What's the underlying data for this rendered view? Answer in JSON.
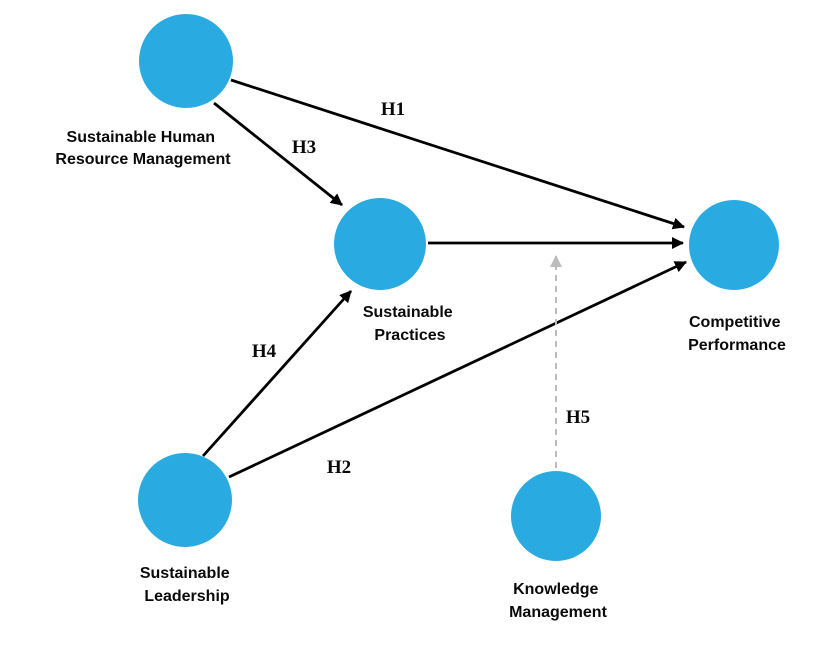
{
  "diagram": {
    "type": "conceptual-path-model",
    "node_color": "#29ABE2",
    "arrow_color": "#000000",
    "moderator_arrow_color": "#BBBBBB",
    "nodes": {
      "shrm": {
        "line1": "Sustainable Human",
        "line2": "Resource Management"
      },
      "practices": {
        "line1": "Sustainable",
        "line2": "Practices"
      },
      "competitive": {
        "line1": "Competitive",
        "line2": "Performance"
      },
      "leadership": {
        "line1": "Sustainable",
        "line2": "Leadership"
      },
      "knowledge": {
        "line1": "Knowledge",
        "line2": "Management"
      }
    },
    "hypotheses": {
      "h1": "H1",
      "h2": "H2",
      "h3": "H3",
      "h4": "H4",
      "h5": "H5"
    },
    "edges": [
      {
        "label": "H1",
        "from": "Sustainable Human Resource Management",
        "to": "Competitive Performance",
        "style": "solid"
      },
      {
        "label": "H3",
        "from": "Sustainable Human Resource Management",
        "to": "Sustainable Practices",
        "style": "solid"
      },
      {
        "label": "",
        "from": "Sustainable Practices",
        "to": "Competitive Performance",
        "style": "solid"
      },
      {
        "label": "H4",
        "from": "Sustainable Leadership",
        "to": "Sustainable Practices",
        "style": "solid"
      },
      {
        "label": "H2",
        "from": "Sustainable Leadership",
        "to": "Competitive Performance",
        "style": "solid"
      },
      {
        "label": "H5",
        "from": "Knowledge Management",
        "to": "Sustainable Practices → Competitive Performance path",
        "style": "dashed-moderation"
      }
    ]
  }
}
